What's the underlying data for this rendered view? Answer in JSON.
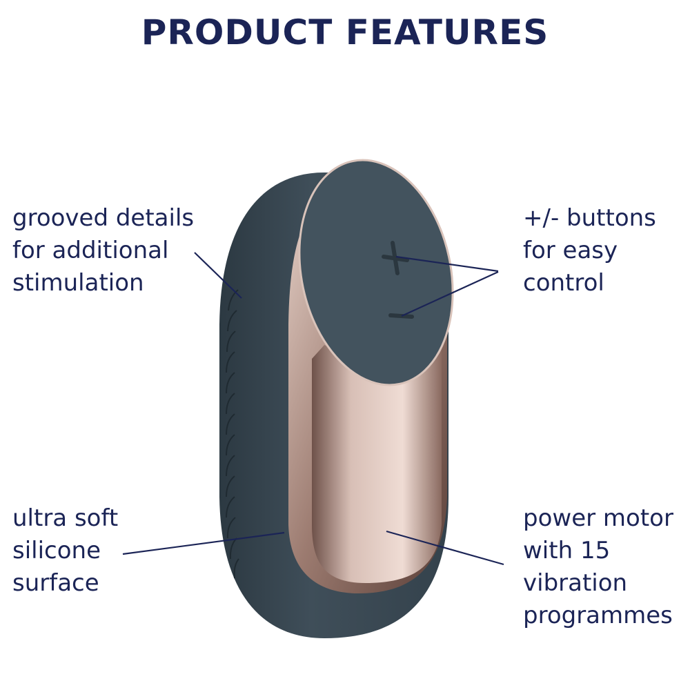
{
  "title": "PRODUCT FEATURES",
  "features": {
    "grooved": [
      "grooved details",
      "for additional",
      "stimulation"
    ],
    "buttons": [
      "+/- buttons",
      "for easy",
      "control"
    ],
    "silicone": [
      "ultra soft",
      "silicone",
      "surface"
    ],
    "motor": [
      "power motor",
      "with 15",
      "vibration",
      "programmes"
    ]
  },
  "colors": {
    "text": "#1b2456",
    "body": "#3b4a55",
    "frame": "#b8978b",
    "line": "#1b2456"
  }
}
